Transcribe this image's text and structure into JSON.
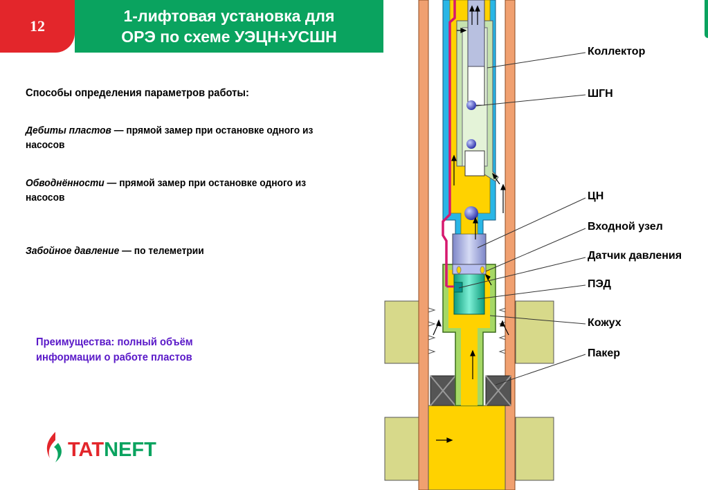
{
  "slide": {
    "number": "12",
    "title_line1": "1-лифтовая установка для",
    "title_line2": "ОРЭ по схеме УЭЦН+УСШН"
  },
  "content": {
    "heading": "Способы определения параметров работы:",
    "debit_term": "Дебиты пластов",
    "debit_text": " — прямой замер при остановке одного из насосов",
    "water_term": "Обводнённости",
    "water_text": "  — прямой замер при остановке одного из насосов",
    "pressure_term": "Забойное давление",
    "pressure_text": "  — по телеметрии",
    "advantage_line1": "Преимущества: полный объём",
    "advantage_line2": "информации о работе пластов"
  },
  "logo": {
    "part1": "TAT",
    "part2": "NEFT"
  },
  "diagram_labels": {
    "collector": "Коллектор",
    "shgn": "ШГН",
    "cn": "ЦН",
    "inlet": "Входной узел",
    "sensor": "Датчик давления",
    "ped": "ПЭД",
    "casing": "Кожух",
    "packer": "Пакер"
  },
  "colors": {
    "red": "#e3262b",
    "green": "#0aa35f",
    "violet": "#5a19c8",
    "casing_pipe": "#f0a070",
    "yellow": "#ffd200",
    "cyan": "#29b6e6",
    "formation": "#d7d98a"
  }
}
